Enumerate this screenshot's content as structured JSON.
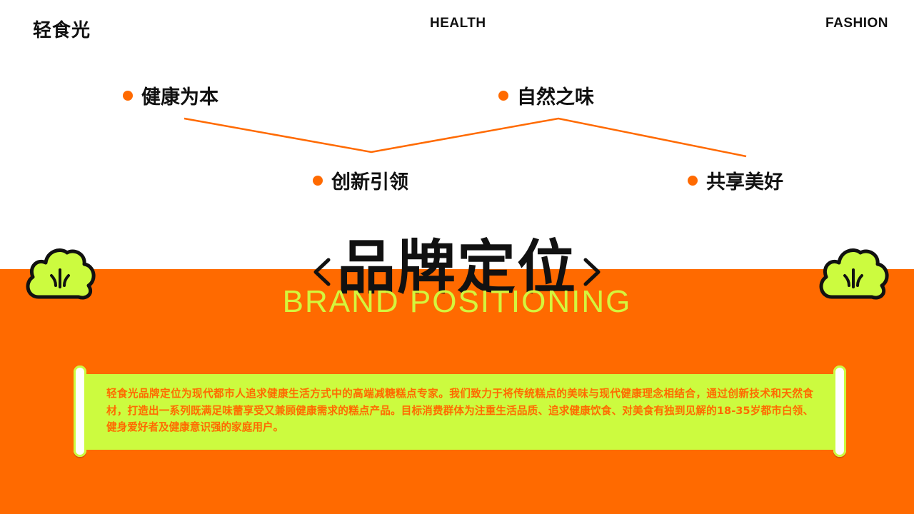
{
  "header": {
    "logo": "轻食光",
    "nav_left": "HEALTH",
    "nav_right": "FASHION"
  },
  "points": [
    {
      "label": "健康为本"
    },
    {
      "label": "自然之味"
    },
    {
      "label": "创新引领"
    },
    {
      "label": "共享美好"
    }
  ],
  "title": {
    "cn": "品牌定位",
    "en": "BRAND POSITIONING"
  },
  "description": "轻食光品牌定位为现代都市人追求健康生活方式中的高端减糖糕点专家。我们致力于将传统糕点的美味与现代健康理念相结合，通过创新技术和天然食材，打造出一系列既满足味蕾享受又兼顾健康需求的糕点产品。目标消费群体为注重生活品质、追求健康饮食、对美食有独到见解的18-35岁都市白领、健身爱好者及健康意识强的家庭用户。",
  "colors": {
    "accent_orange": "#ff6a00",
    "accent_lime": "#ccfb3f",
    "text_dark": "#111111"
  },
  "icons": [
    "cloud-icon",
    "chevron-left-icon",
    "chevron-right-icon"
  ]
}
